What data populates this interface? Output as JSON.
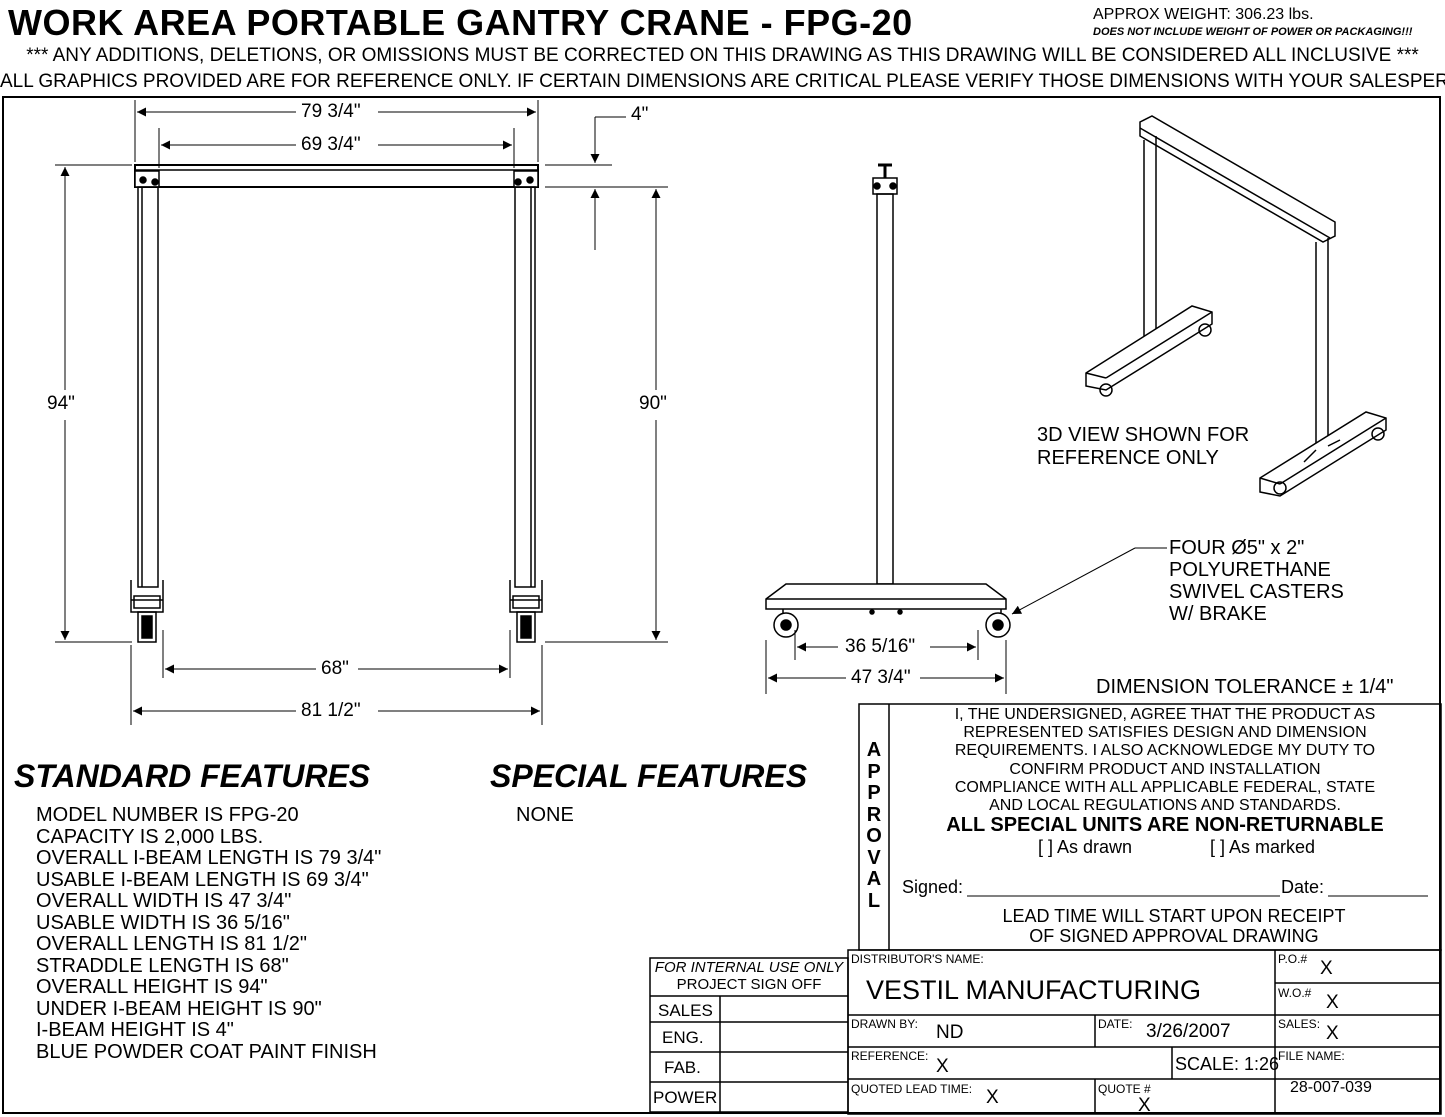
{
  "header": {
    "title": "WORK AREA PORTABLE GANTRY CRANE - FPG-20",
    "approx_weight": "APPROX WEIGHT: 306.23 lbs.",
    "weight_note": "DOES NOT INCLUDE WEIGHT OF POWER OR PACKAGING!!!",
    "note_line1": "*** ANY ADDITIONS, DELETIONS, OR OMISSIONS MUST BE CORRECTED ON THIS DRAWING AS THIS DRAWING WILL BE CONSIDERED ALL INCLUSIVE ***",
    "note_line2": "ALL GRAPHICS PROVIDED ARE FOR REFERENCE ONLY. IF CERTAIN DIMENSIONS ARE CRITICAL PLEASE VERIFY THOSE DIMENSIONS WITH YOUR SALESPERSON"
  },
  "dimensions": {
    "overall_ibeam": "79 3/4\"",
    "usable_ibeam": "69 3/4\"",
    "ibeam_height": "4\"",
    "overall_height": "94\"",
    "under_height": "90\"",
    "straddle": "68\"",
    "overall_length": "81 1/2\"",
    "usable_width": "36 5/16\"",
    "overall_width": "47 3/4\""
  },
  "views": {
    "iso_note_1": "3D VIEW SHOWN FOR",
    "iso_note_2": "REFERENCE ONLY",
    "caster_callout": [
      "FOUR Ø5\" x 2\"",
      "POLYURETHANE",
      "SWIVEL CASTERS",
      "W/ BRAKE"
    ]
  },
  "standard_features": {
    "heading": "STANDARD FEATURES",
    "items": [
      "MODEL NUMBER IS FPG-20",
      "CAPACITY IS 2,000 LBS.",
      "OVERALL I-BEAM LENGTH IS 79 3/4\"",
      "USABLE I-BEAM LENGTH IS 69 3/4\"",
      "OVERALL WIDTH IS 47 3/4\"",
      "USABLE WIDTH IS 36 5/16\"",
      "OVERALL LENGTH IS 81 1/2\"",
      "STRADDLE LENGTH IS 68\"",
      "OVERALL HEIGHT IS 94\"",
      "UNDER I-BEAM HEIGHT IS 90\"",
      "I-BEAM HEIGHT IS 4\"",
      "BLUE POWDER COAT PAINT FINISH"
    ]
  },
  "special_features": {
    "heading": "SPECIAL FEATURES",
    "value": "NONE"
  },
  "approval": {
    "tolerance": "DIMENSION TOLERANCE ± 1/4\"",
    "side_label": [
      "A",
      "P",
      "P",
      "R",
      "O",
      "V",
      "A",
      "L"
    ],
    "statement": [
      "I, THE UNDERSIGNED, AGREE THAT THE PRODUCT AS",
      "REPRESENTED SATISFIES DESIGN AND DIMENSION",
      "REQUIREMENTS.  I ALSO ACKNOWLEDGE MY DUTY TO",
      "CONFIRM PRODUCT AND INSTALLATION",
      "COMPLIANCE WITH ALL APPLICABLE FEDERAL, STATE",
      "AND LOCAL REGULATIONS AND STANDARDS."
    ],
    "non_returnable": "ALL SPECIAL UNITS ARE NON-RETURNABLE",
    "as_drawn": "[  ] As drawn",
    "as_marked": "[  ] As marked",
    "signed_label": "Signed:",
    "date_label": "Date:",
    "lead_time_1": "LEAD TIME WILL START UPON RECEIPT",
    "lead_time_2": "OF SIGNED APPROVAL DRAWING"
  },
  "internal": {
    "heading_1": "FOR INTERNAL USE ONLY",
    "heading_2": "PROJECT SIGN OFF",
    "rows": [
      "SALES",
      "ENG.",
      "FAB.",
      "POWER"
    ]
  },
  "title_block": {
    "distributor_label": "DISTRIBUTOR'S NAME:",
    "distributor": "VESTIL MANUFACTURING",
    "po_label": "P.O.#",
    "po": "X",
    "wo_label": "W.O.#",
    "wo": "X",
    "drawn_by_label": "DRAWN BY:",
    "drawn_by": "ND",
    "date_label": "DATE:",
    "date": "3/26/2007",
    "sales_label": "SALES:",
    "sales": "X",
    "reference_label": "REFERENCE:",
    "reference": "X",
    "scale": "SCALE: 1:26",
    "file_name_label": "FILE NAME:",
    "file_name": "28-007-039",
    "quoted_lead_label": "QUOTED LEAD TIME:",
    "quoted_lead": "X",
    "quote_label": "QUOTE #",
    "quote": "X"
  }
}
